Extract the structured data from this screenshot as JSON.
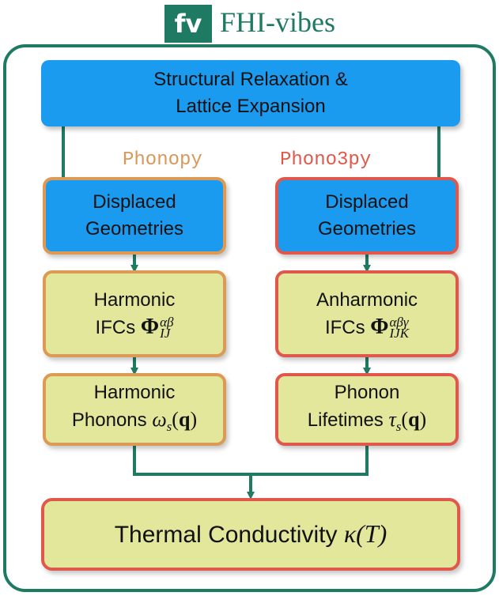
{
  "logo": {
    "badge": "fv",
    "name": "FHI-vibes"
  },
  "top": {
    "line1": "Structural Relaxation &",
    "line2": "Lattice Expansion"
  },
  "left": {
    "title": "Phonopy",
    "displaced": {
      "line1": "Displaced",
      "line2": "Geometries"
    },
    "ifc": {
      "line1": "Harmonic",
      "prefix": "IFCs ",
      "symbol": "Φ",
      "sup": "αβ",
      "sub": "IJ"
    },
    "phonons": {
      "line1": "Harmonic",
      "prefix": "Phonons ",
      "sym": "ω",
      "sub": "s",
      "arg": "(",
      "q": "q",
      "close": ")"
    }
  },
  "right": {
    "title": "Phono3py",
    "displaced": {
      "line1": "Displaced",
      "line2": "Geometries"
    },
    "ifc": {
      "line1": "Anharmonic",
      "prefix": "IFCs ",
      "symbol": "Φ",
      "sup": "αβγ",
      "sub": "IJK"
    },
    "phonons": {
      "line1": "Phonon",
      "prefix": "Lifetimes ",
      "sym": "τ",
      "sub": "s",
      "arg": "(",
      "q": "q",
      "close": ")"
    }
  },
  "bottom": {
    "prefix": "Thermal Conductivity ",
    "sym": "κ",
    "arg": "(T)"
  },
  "colors": {
    "teal": "#1f7a64",
    "blue": "#1a9bf0",
    "yellow": "#e2e79c",
    "orange": "#dd9a55",
    "red": "#e0584c"
  }
}
